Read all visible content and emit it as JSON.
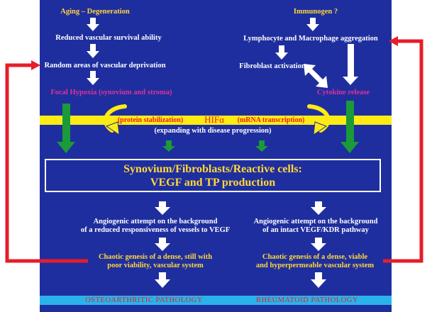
{
  "colors": {
    "panel": "#1f2e9e",
    "band": "#ffeb14",
    "box_text": "#ffd83a",
    "pathology_band": "#29b3ea",
    "hypoxia_text": "#e0309a",
    "feedback_arrow": "#e81c2a",
    "down_arrow": "#1a9a38"
  },
  "left_column": {
    "aging": "Aging – Degeneration",
    "reduced_survival": "Reduced vascular survival ability",
    "random_deprivation": "Random areas of vascular deprivation",
    "focal_hypoxia": "Focal Hypoxia (synovium and stroma)"
  },
  "right_column": {
    "immunogen": "Immunogen ?",
    "aggregation": "Lymphocyte and Macrophage aggregation",
    "fibroblast_activation": "Fibroblast activation",
    "cytokine_release": "Cytokine release"
  },
  "hif_band": {
    "protein_stabilization": "(protein stabilization)",
    "hif": "HIFα",
    "mrna_transcription": "(mRNA transcription)",
    "expanding": "(expanding with disease progression)"
  },
  "central_box": {
    "line1": "Synovium/Fibroblasts/Reactive cells:",
    "line2": "VEGF and TP  production"
  },
  "left_outcome": {
    "attempt_line1": "Angiogenic attempt on the background",
    "attempt_line2": "of a reduced responsiveness of vessels to VEGF",
    "genesis_line1": "Chaotic genesis of a dense, still with",
    "genesis_line2": "poor viability, vascular system",
    "pathology": "OSTEOARTHRITIC PATHOLOGY"
  },
  "right_outcome": {
    "attempt_line1": "Angiogenic attempt on the background",
    "attempt_line2": "of an intact VEGF/KDR pathway",
    "genesis_line1": "Chaotic genesis of a dense, viable",
    "genesis_line2": "and  hyperpermeable vascular system",
    "pathology": "RHEUMATOID PATHOLOGY"
  }
}
